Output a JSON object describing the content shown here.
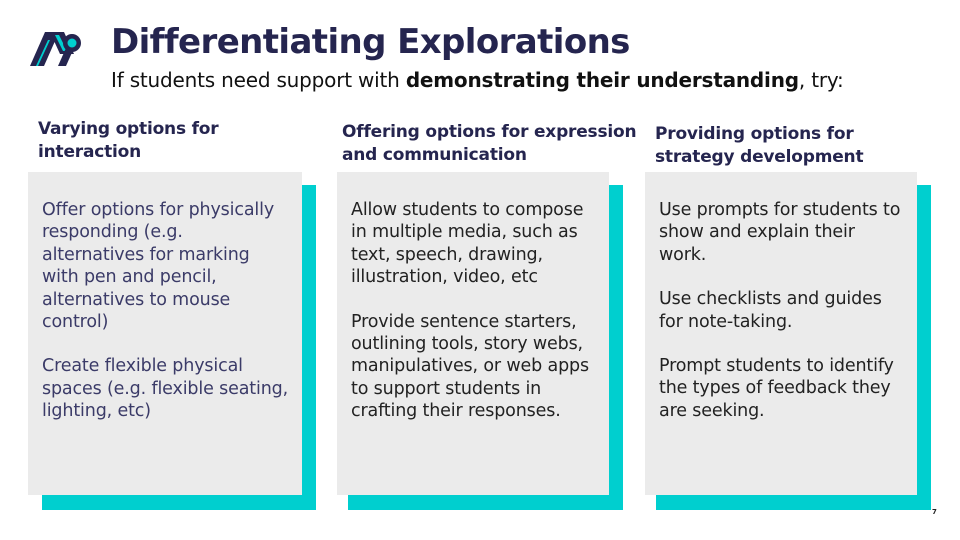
{
  "header": {
    "title": "Differentiating Explorations",
    "subtitle_prefix": "If students need support with ",
    "subtitle_bold": "demonstrating their understanding",
    "subtitle_suffix": ", try:"
  },
  "columns": [
    {
      "heading_line1": "Varying options for",
      "heading_line2": "interaction",
      "paragraphs": [
        "Offer options for physically responding (e.g. alternatives for marking with pen and pencil, alternatives to mouse control)",
        "Create flexible physical spaces (e.g. flexible seating, lighting, etc)"
      ]
    },
    {
      "heading_line1": "Offering options for expression",
      "heading_line2": "and communication",
      "paragraphs": [
        "Allow students to compose in multiple media, such as text, speech, drawing, illustration, video, etc",
        "Provide sentence starters, outlining tools, story webs, manipulatives, or web apps to support students in crafting their responses."
      ]
    },
    {
      "heading_line1": "Providing options for",
      "heading_line2": "strategy development",
      "paragraphs": [
        "Use prompts for students to show and explain their work.",
        "Use checklists and guides for note-taking.",
        "Prompt students to identify the types of feedback they are seeking."
      ]
    }
  ],
  "page_number": "7",
  "colors": {
    "title": "#25254f",
    "accent": "#00cfcf",
    "card": "#ebebeb",
    "logo_dark": "#25254f"
  },
  "icons": {
    "logo": "brand-logo-icon"
  }
}
